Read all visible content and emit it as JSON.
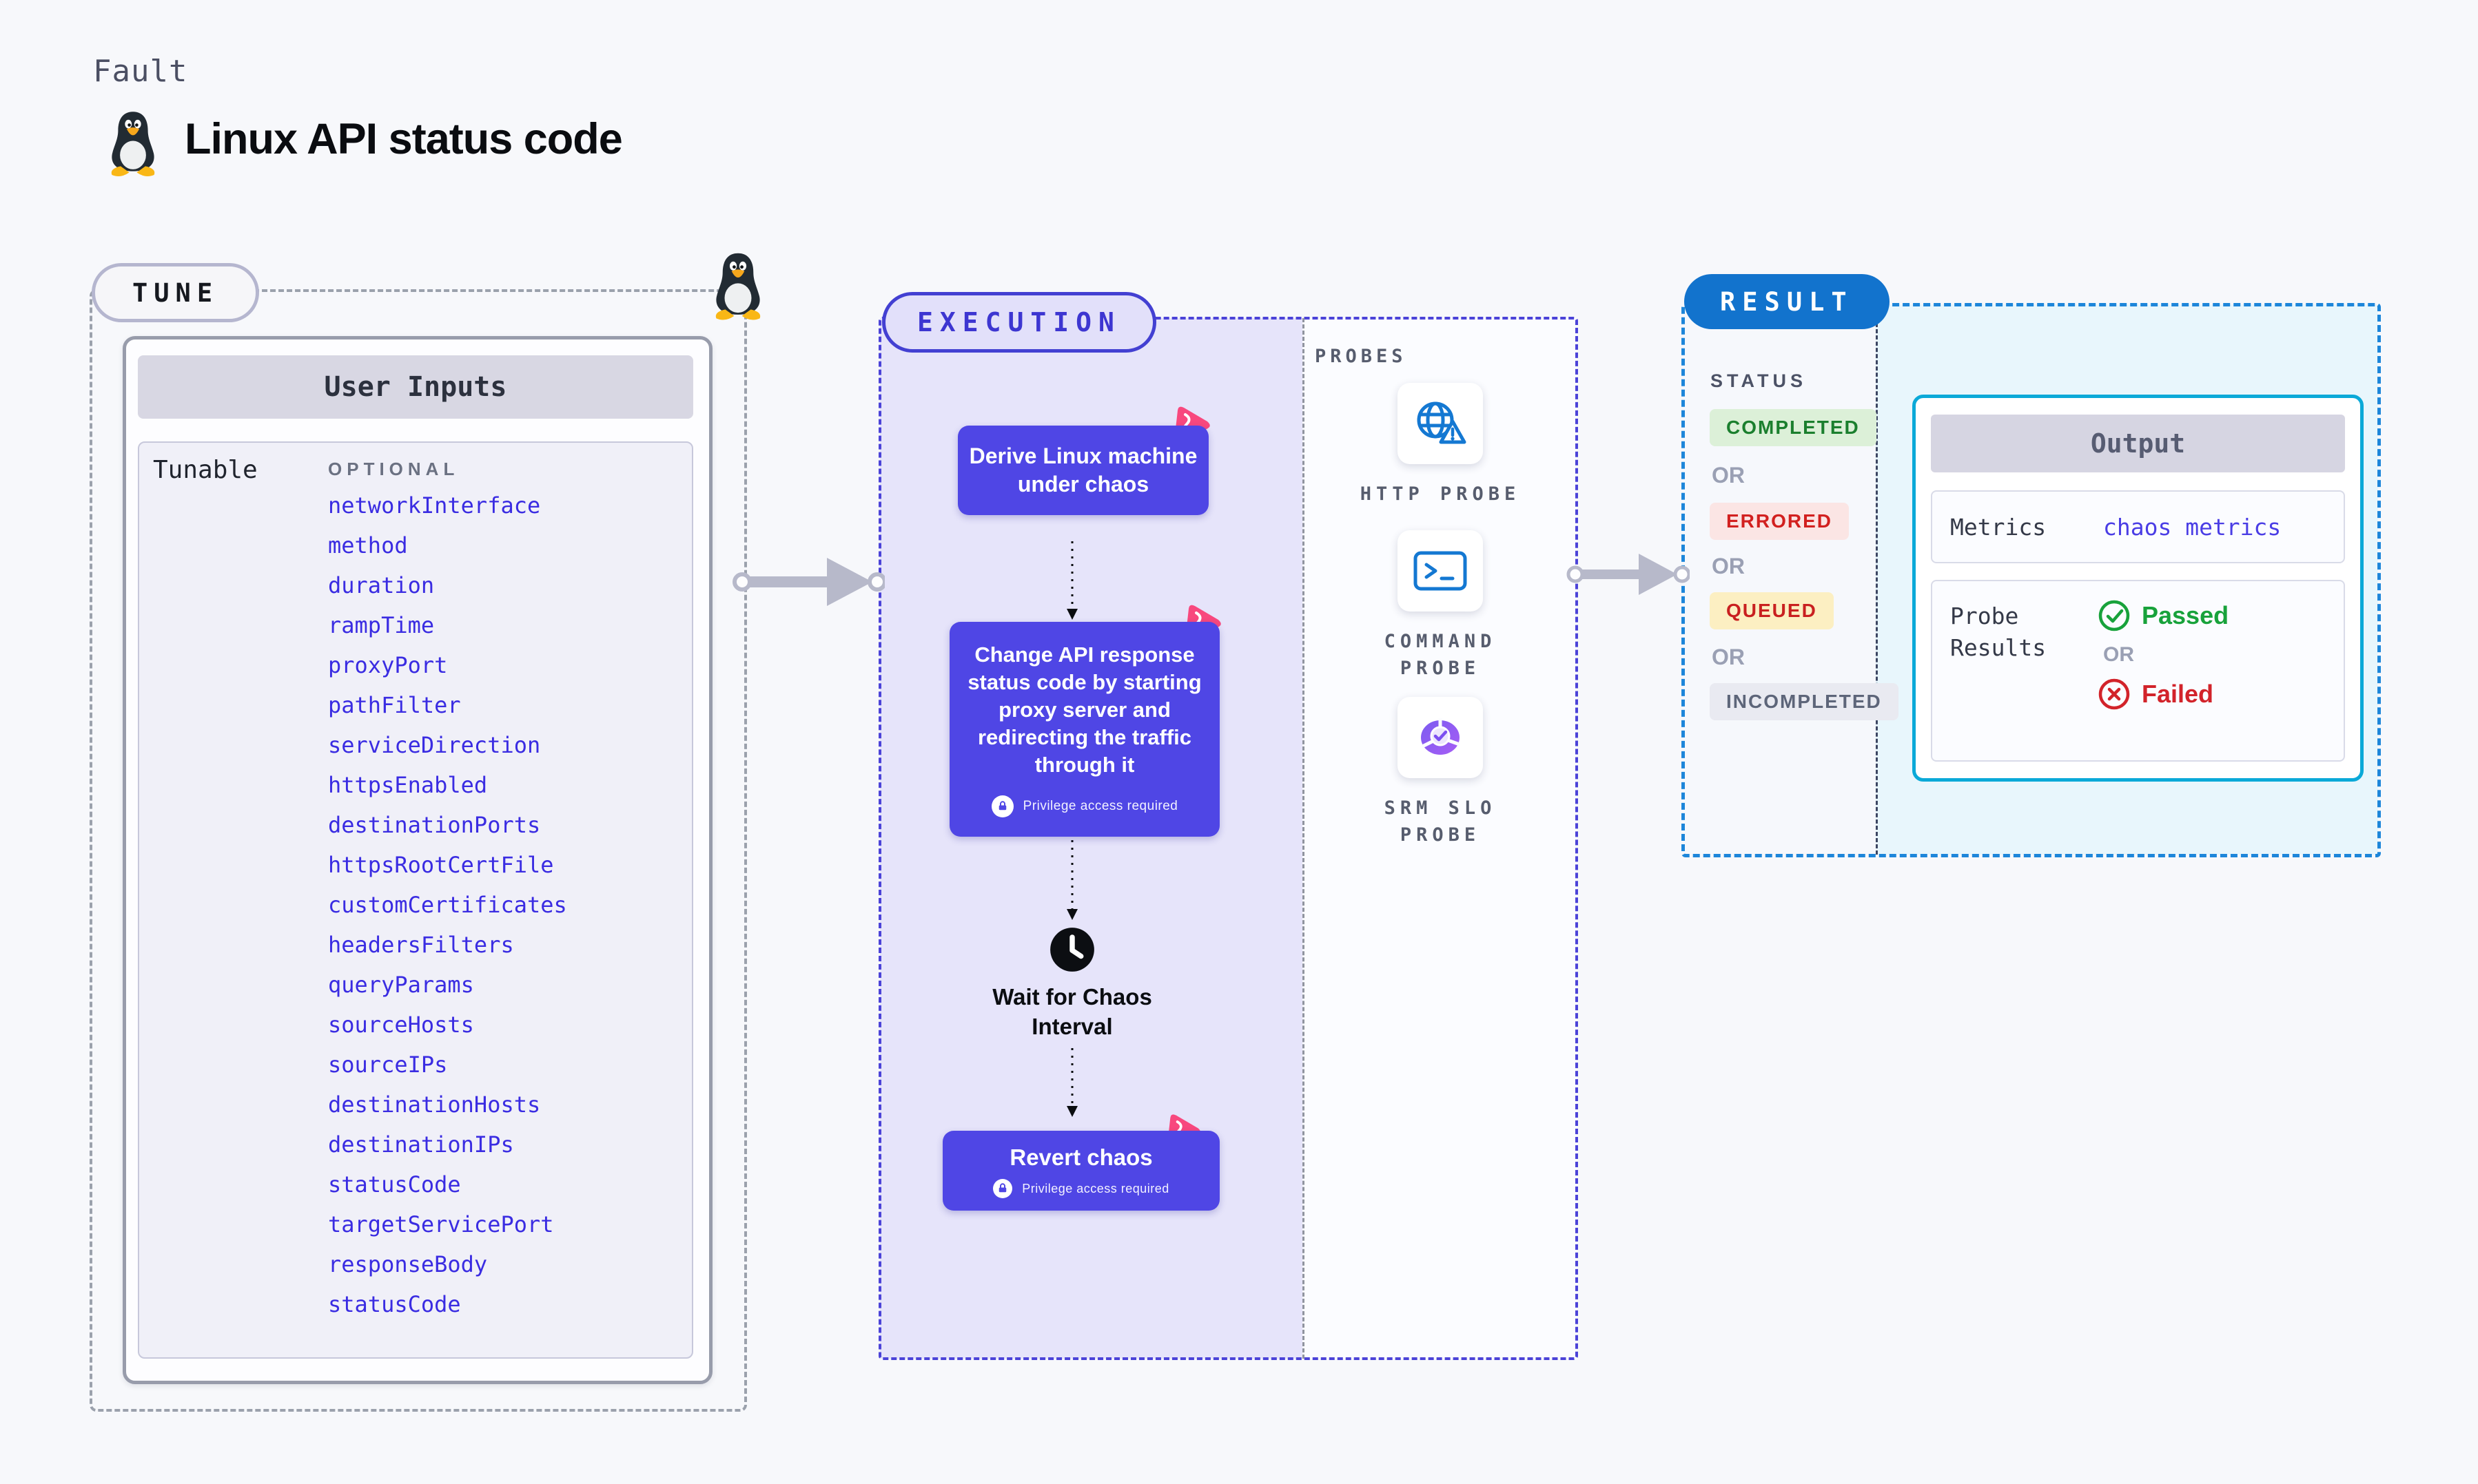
{
  "header": {
    "eyebrow": "Fault",
    "title": "Linux API status code",
    "os_icon": "tux-penguin"
  },
  "tune": {
    "badge": "TUNE",
    "panel_title": "User Inputs",
    "row_label": "Tunable",
    "column_label": "OPTIONAL",
    "params": [
      "networkInterface",
      "method",
      "duration",
      "rampTime",
      "proxyPort",
      "pathFilter",
      "serviceDirection",
      "httpsEnabled",
      "destinationPorts",
      "httpsRootCertFile",
      "customCertificates",
      "headersFilters",
      "queryParams",
      "sourceHosts",
      "sourceIPs",
      "destinationHosts",
      "destinationIPs",
      "statusCode",
      "targetServicePort",
      "responseBody",
      "statusCode"
    ]
  },
  "execution": {
    "badge": "EXECUTION",
    "step1": {
      "label": "Derive Linux machine under chaos"
    },
    "step2": {
      "label": "Change API response status code by starting proxy server and redirecting the traffic through it",
      "privilege": "Privilege access required"
    },
    "step3": {
      "label": "Wait for Chaos Interval"
    },
    "step4": {
      "label": "Revert chaos",
      "privilege": "Privilege access required"
    }
  },
  "probes": {
    "section_label": "PROBES",
    "items": [
      {
        "label": "HTTP PROBE",
        "icon": "globe-warning-icon"
      },
      {
        "label": "COMMAND PROBE",
        "icon": "terminal-icon"
      },
      {
        "label": "SRM SLO PROBE",
        "icon": "slo-donut-check-icon"
      }
    ]
  },
  "result": {
    "badge": "RESULT",
    "status_label": "STATUS",
    "or_label": "OR",
    "statuses": [
      {
        "label": "COMPLETED",
        "text_color": "#1b7f2e",
        "bg_color": "#dcf0d8"
      },
      {
        "label": "ERRORED",
        "text_color": "#d2201f",
        "bg_color": "#fbe5e4"
      },
      {
        "label": "QUEUED",
        "text_color": "#c92020",
        "bg_color": "#fcefc2"
      },
      {
        "label": "INCOMPLETED",
        "text_color": "#5d6579",
        "bg_color": "#e9eaf1"
      }
    ],
    "output": {
      "title": "Output",
      "metrics_label": "Metrics",
      "metrics_value": "chaos metrics",
      "probe_results_label": "Probe Results",
      "passed_label": "Passed",
      "or_label": "OR",
      "failed_label": "Failed"
    }
  },
  "colors": {
    "node_indigo": "#4f46e5",
    "execution_panel": "#e6e4fa",
    "execution_border": "#4b43d8",
    "tune_border": "#9ba1ac",
    "result_border": "#1d86da",
    "result_badge_bg": "#1273cd",
    "output_border": "#0aa9d8",
    "param_blue": "#3a2ce2",
    "probe_icon_blue": "#1478d2",
    "chaos_icon_pink": "#f8487e",
    "passed_green": "#18a23b",
    "failed_red": "#d2232a"
  }
}
